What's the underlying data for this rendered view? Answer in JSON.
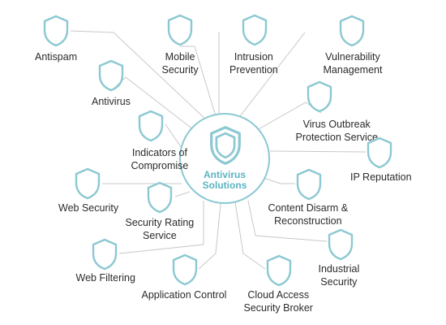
{
  "hub": {
    "line1": "Antivirus",
    "line2": "Solutions",
    "icon": "shield-icon"
  },
  "colors": {
    "accent": "#8cc8d2",
    "hub_text": "#5bb3c1",
    "line": "#c8c8c8",
    "text": "#2b2b2b"
  },
  "nodes": [
    {
      "id": "antispam",
      "lines": [
        "Antispam"
      ]
    },
    {
      "id": "mobile-security",
      "lines": [
        "Mobile",
        "Security"
      ]
    },
    {
      "id": "intrusion-prevention",
      "lines": [
        "Intrusion",
        "Prevention"
      ]
    },
    {
      "id": "vulnerability-management",
      "lines": [
        "Vulnerability",
        "Management"
      ]
    },
    {
      "id": "antivirus",
      "lines": [
        "Antivirus"
      ]
    },
    {
      "id": "virus-outbreak-protection",
      "lines": [
        "Virus Outbreak",
        "Protection Service"
      ]
    },
    {
      "id": "indicators-of-compromise",
      "lines": [
        "Indicators of",
        "Compromise"
      ]
    },
    {
      "id": "ip-reputation",
      "lines": [
        "IP Reputation"
      ]
    },
    {
      "id": "web-security",
      "lines": [
        "Web Security"
      ]
    },
    {
      "id": "security-rating-service",
      "lines": [
        "Security Rating",
        "Service"
      ]
    },
    {
      "id": "content-disarm-reconstruction",
      "lines": [
        "Content Disarm &",
        "Reconstruction"
      ]
    },
    {
      "id": "web-filtering",
      "lines": [
        "Web Filtering"
      ]
    },
    {
      "id": "industrial-security",
      "lines": [
        "Industrial",
        "Security"
      ]
    },
    {
      "id": "application-control",
      "lines": [
        "Application Control"
      ]
    },
    {
      "id": "cloud-access-security-broker",
      "lines": [
        "Cloud Access",
        "Security Broker"
      ]
    }
  ]
}
